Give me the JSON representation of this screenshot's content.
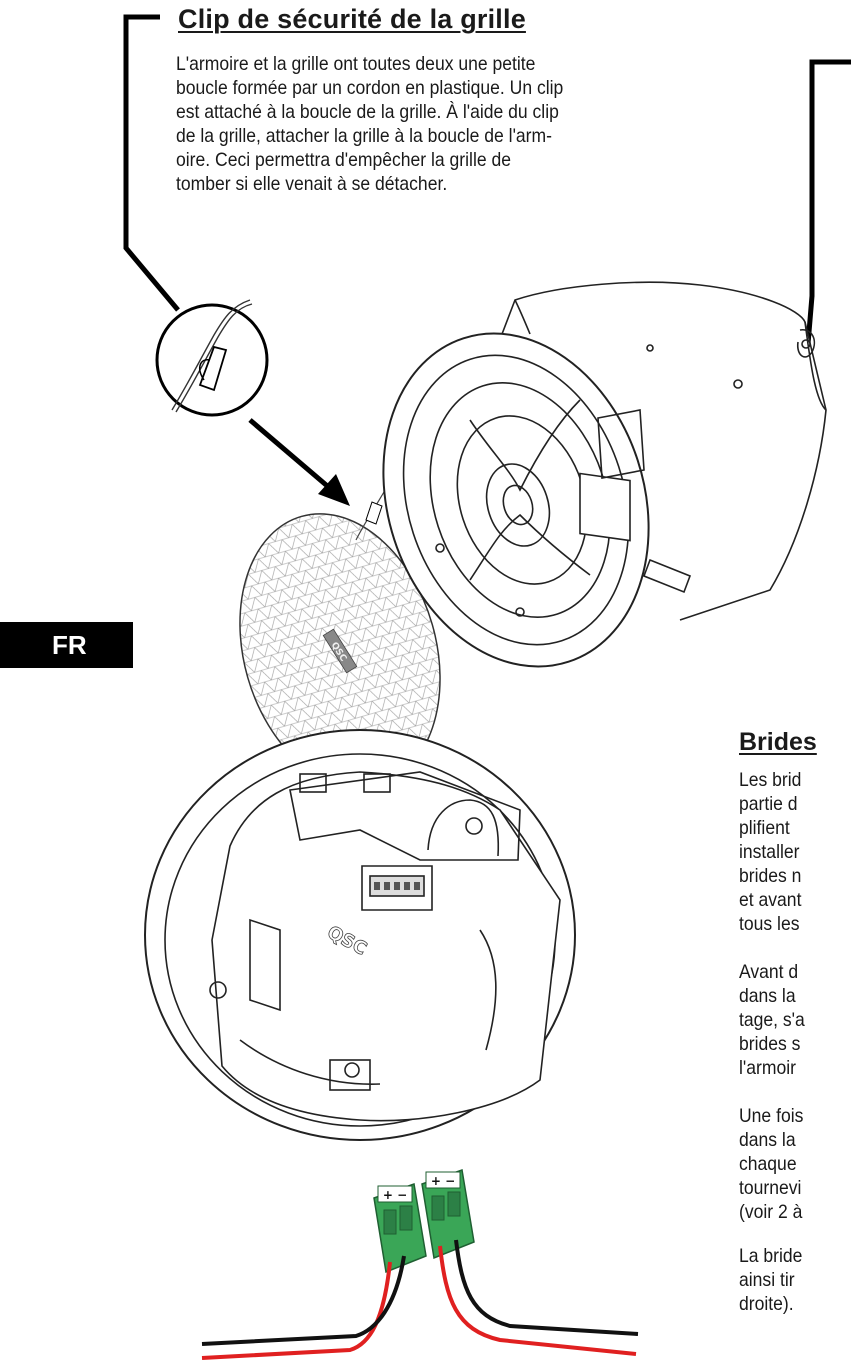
{
  "clip_section": {
    "title": "Clip de sécurité de la grille",
    "lines": [
      "L'armoire et la grille ont toutes deux une petite",
      "boucle formée par un cordon en plastique. Un clip",
      "est attaché à la boucle de la grille. À l'aide du clip",
      "de la grille, attacher la grille à la boucle de l'arm-",
      "oire. Ceci permettra d'empêcher la grille de",
      "tomber si elle venait à se détacher."
    ]
  },
  "language_tab": {
    "label": "FR",
    "color": "#000000"
  },
  "brides_section": {
    "title": "Brides",
    "paragraphs": [
      [
        "Les brid",
        "partie d",
        "plifient",
        "installer",
        "brides n",
        "et avant",
        "tous les"
      ],
      [
        "Avant d",
        "dans la",
        "tage, s'a",
        "brides s",
        "l'armoir"
      ],
      [
        "Une fois",
        "dans la",
        "chaque",
        "tournevi",
        "(voir 2 à"
      ],
      [
        "La bride",
        "ainsi tir",
        "droite)."
      ]
    ]
  },
  "illustrations": {
    "grille_logo": "QSC",
    "cabinet_logo": "QSC",
    "connector_polarity": [
      "+ −",
      "+ −"
    ],
    "wire_colors": {
      "positive": "#e02020",
      "negative": "#111111",
      "connector": "#3aa657"
    }
  }
}
